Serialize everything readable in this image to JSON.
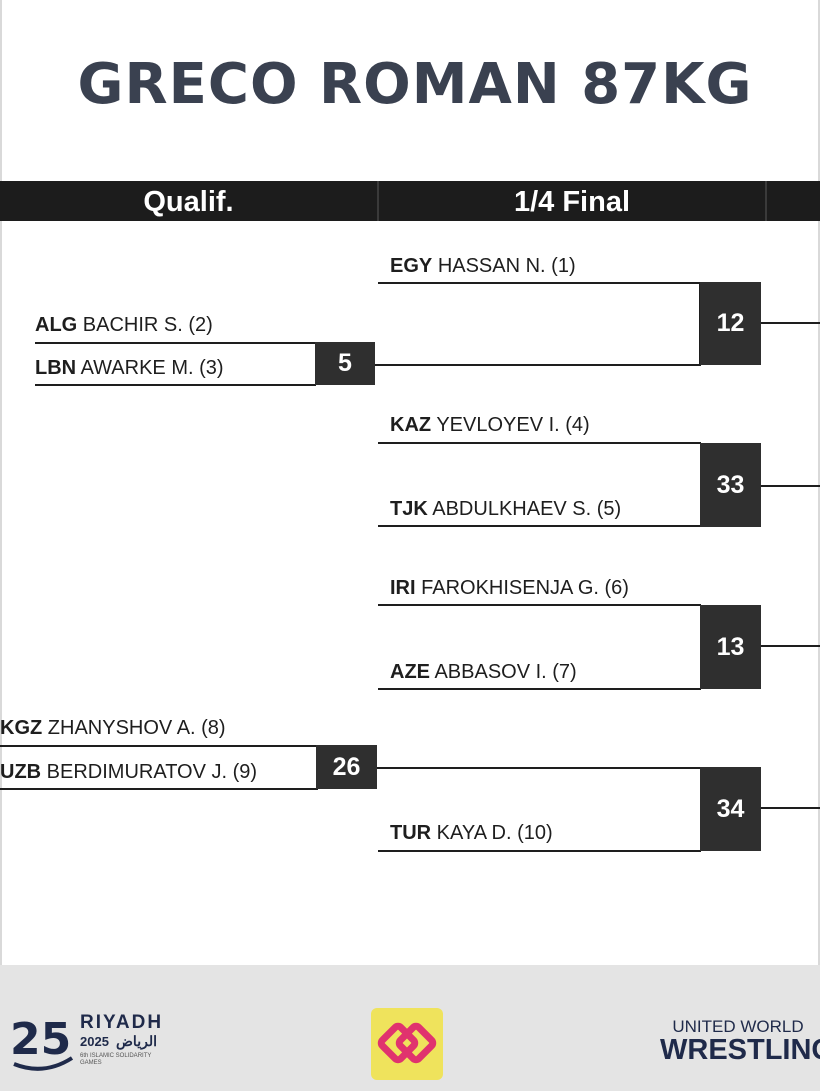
{
  "title": "GRECO ROMAN 87KG",
  "rounds": [
    "Qualif.",
    "1/4 Final"
  ],
  "wrestlers": {
    "w1": {
      "code": "EGY",
      "name": "HASSAN N. (1)"
    },
    "w2": {
      "code": "ALG",
      "name": "BACHIR S. (2)"
    },
    "w3": {
      "code": "LBN",
      "name": "AWARKE M. (3)"
    },
    "w4": {
      "code": "KAZ",
      "name": "YEVLOYEV I. (4)"
    },
    "w5": {
      "code": "TJK",
      "name": "ABDULKHAEV S. (5)"
    },
    "w6": {
      "code": "IRI",
      "name": "FAROKHISENJA G. (6)"
    },
    "w7": {
      "code": "AZE",
      "name": "ABBASOV I. (7)"
    },
    "w8": {
      "code": "KGZ",
      "name": "ZHANYSHOV A. (8)"
    },
    "w9": {
      "code": "UZB",
      "name": "BERDIMURATOV J. (9)"
    },
    "w10": {
      "code": "TUR",
      "name": "KAYA D. (10)"
    }
  },
  "bouts": {
    "qualif_1": "5",
    "qualif_2": "26",
    "quarter_1": "12",
    "quarter_2": "33",
    "quarter_3": "13",
    "quarter_4": "34"
  },
  "footer": {
    "riyadh_logo": {
      "word": "RIYADH",
      "year": "2025",
      "arabic": "الرياض",
      "sub": "6th ISLAMIC SOLIDARITY GAMES"
    },
    "center_logo": "islamic-solidarity-games-emblem",
    "uww_logo": {
      "line1": "UNITED WORLD",
      "line2": "WRESTLING"
    }
  },
  "colors": {
    "title": "#3a4150",
    "bar": "#1c1c1c",
    "score_box": "#2f2f2f",
    "footer_bg": "#e4e4e4",
    "emblem_bg": "#efe35c",
    "emblem_fg": "#e0336e",
    "logo_navy": "#1f2a4a"
  }
}
